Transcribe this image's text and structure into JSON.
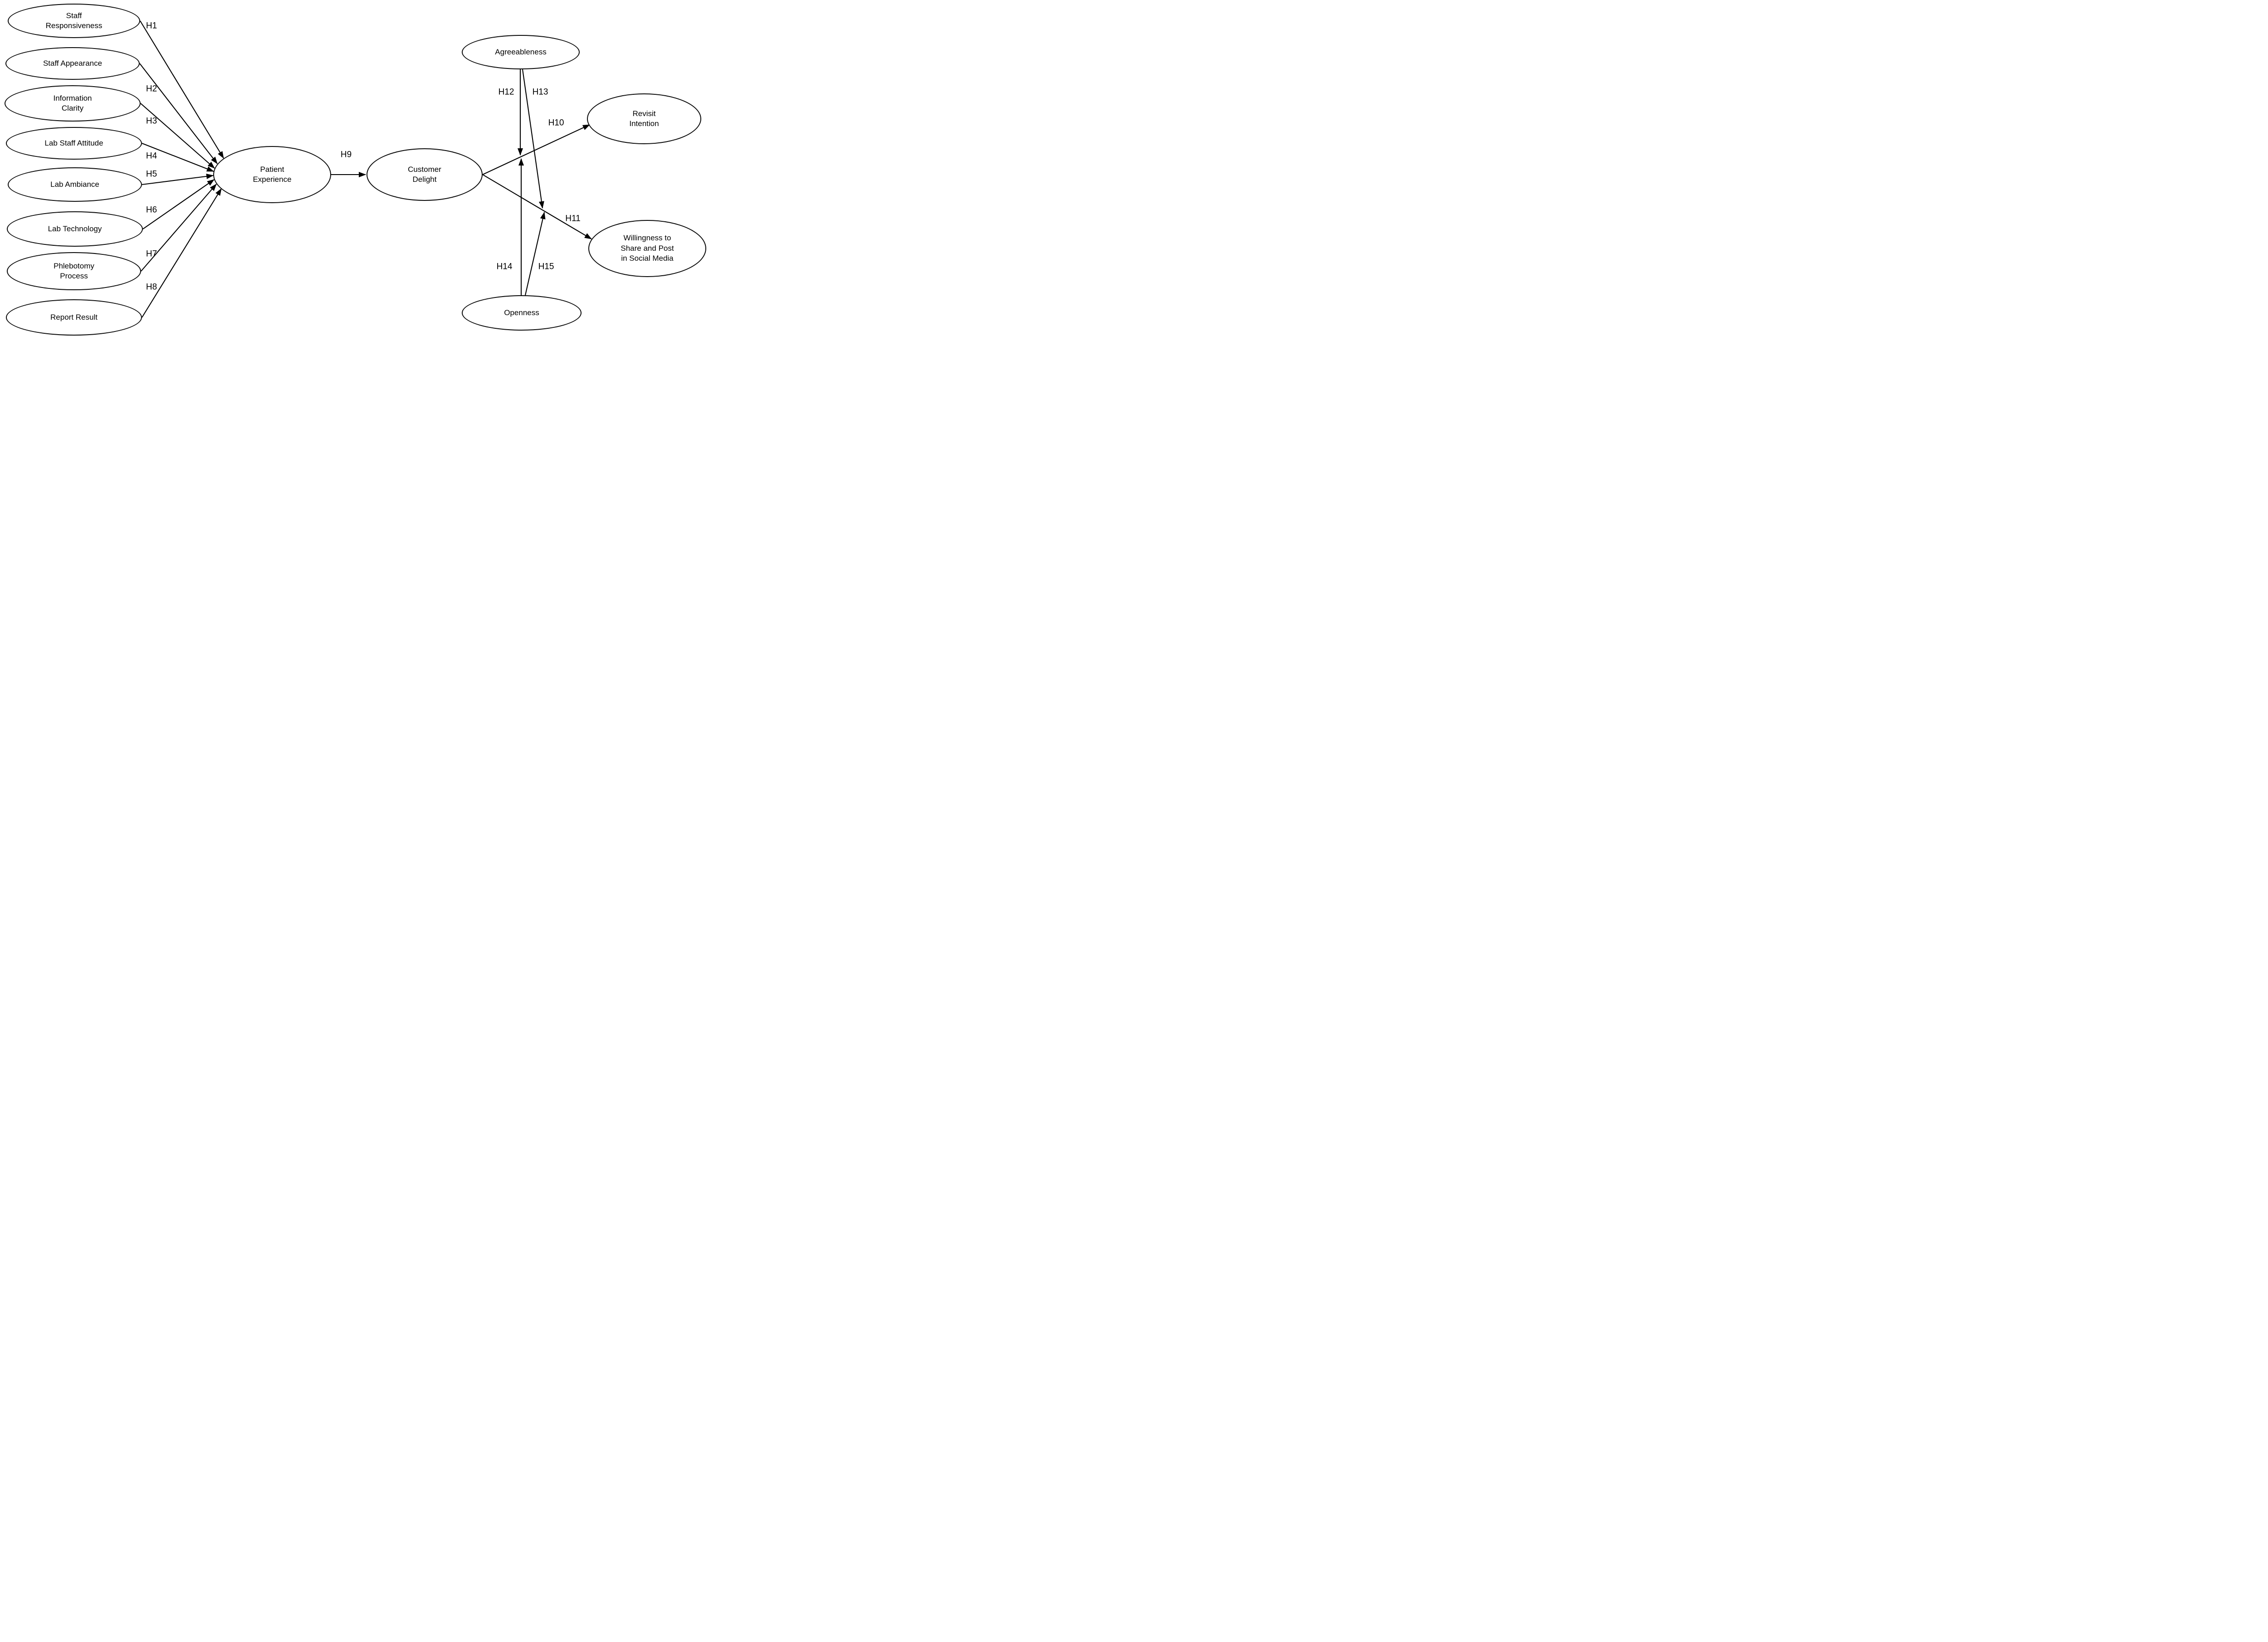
{
  "colors": {
    "stroke": "#000000",
    "background": "#ffffff",
    "text": "#000000"
  },
  "diagram": {
    "nodes": [
      {
        "id": "staff-responsiveness",
        "label": "Staff\nResponsiveness"
      },
      {
        "id": "staff-appearance",
        "label": "Staff Appearance"
      },
      {
        "id": "information-clarity",
        "label": "Information\nClarity"
      },
      {
        "id": "lab-staff-attitude",
        "label": "Lab Staff Attitude"
      },
      {
        "id": "lab-ambiance",
        "label": "Lab Ambiance"
      },
      {
        "id": "lab-technology",
        "label": "Lab Technology"
      },
      {
        "id": "phlebotomy-process",
        "label": "Phlebotomy\nProcess"
      },
      {
        "id": "report-result",
        "label": "Report Result"
      },
      {
        "id": "patient-experience",
        "label": "Patient\nExperience"
      },
      {
        "id": "customer-delight",
        "label": "Customer\nDelight"
      },
      {
        "id": "agreeableness",
        "label": "Agreeableness"
      },
      {
        "id": "revisit-intention",
        "label": "Revisit\nIntention"
      },
      {
        "id": "willingness-share-post",
        "label": "Willingness to\nShare and Post\nin Social Media"
      },
      {
        "id": "openness",
        "label": "Openness"
      }
    ],
    "edges": [
      {
        "id": "H1",
        "label": "H1",
        "from": "staff-responsiveness",
        "to": "patient-experience"
      },
      {
        "id": "H2",
        "label": "H2",
        "from": "staff-appearance",
        "to": "patient-experience"
      },
      {
        "id": "H3",
        "label": "H3",
        "from": "information-clarity",
        "to": "patient-experience"
      },
      {
        "id": "H4",
        "label": "H4",
        "from": "lab-staff-attitude",
        "to": "patient-experience"
      },
      {
        "id": "H5",
        "label": "H5",
        "from": "lab-ambiance",
        "to": "patient-experience"
      },
      {
        "id": "H6",
        "label": "H6",
        "from": "lab-technology",
        "to": "patient-experience"
      },
      {
        "id": "H7",
        "label": "H7",
        "from": "phlebotomy-process",
        "to": "patient-experience"
      },
      {
        "id": "H8",
        "label": "H8",
        "from": "report-result",
        "to": "patient-experience"
      },
      {
        "id": "H9",
        "label": "H9",
        "from": "patient-experience",
        "to": "customer-delight"
      },
      {
        "id": "H10",
        "label": "H10",
        "from": "customer-delight",
        "to": "revisit-intention"
      },
      {
        "id": "H11",
        "label": "H11",
        "from": "customer-delight",
        "to": "willingness-share-post"
      },
      {
        "id": "H12",
        "label": "H12",
        "from": "agreeableness",
        "to": "path-customer-delight-revisit-intention"
      },
      {
        "id": "H13",
        "label": "H13",
        "from": "agreeableness",
        "to": "path-customer-delight-willingness-share-post"
      },
      {
        "id": "H14",
        "label": "H14",
        "from": "openness",
        "to": "path-customer-delight-revisit-intention"
      },
      {
        "id": "H15",
        "label": "H15",
        "from": "openness",
        "to": "path-customer-delight-willingness-share-post"
      }
    ]
  }
}
